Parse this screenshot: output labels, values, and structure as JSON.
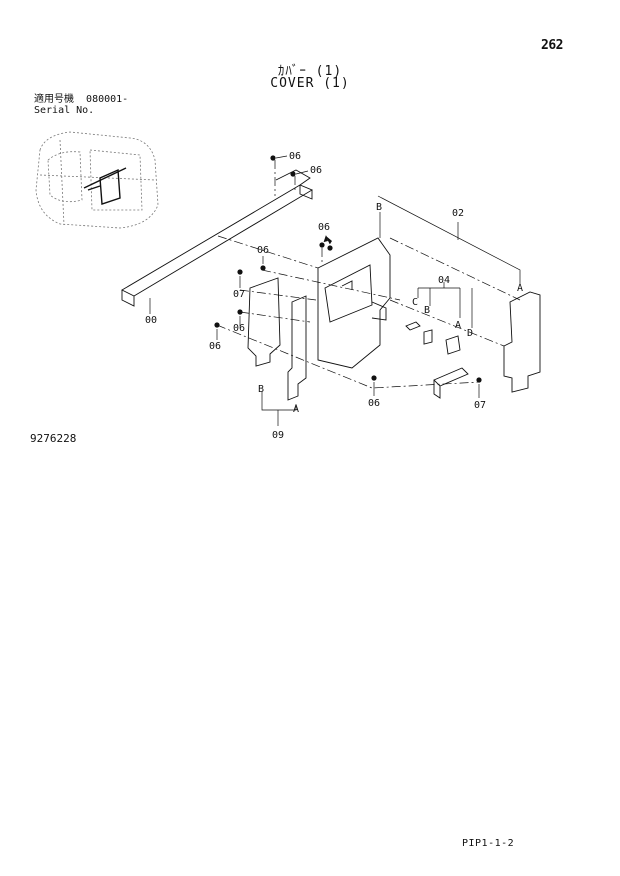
{
  "page_number": "262",
  "title_jp": "ｶﾊﾞｰ (1)",
  "title_en": "COVER (1)",
  "serial": {
    "jp_label": "適用号機",
    "number": "080001-",
    "en_label": "Serial No."
  },
  "document_number": "9276228",
  "page_code": "PIP1-1-2",
  "part_labels": {
    "p00": "00",
    "p02": "02",
    "p04": "04",
    "p06": "06",
    "p07": "07",
    "p09": "09"
  },
  "ref_letters": {
    "a": "A",
    "b": "B",
    "c": "C",
    "d": "D"
  }
}
